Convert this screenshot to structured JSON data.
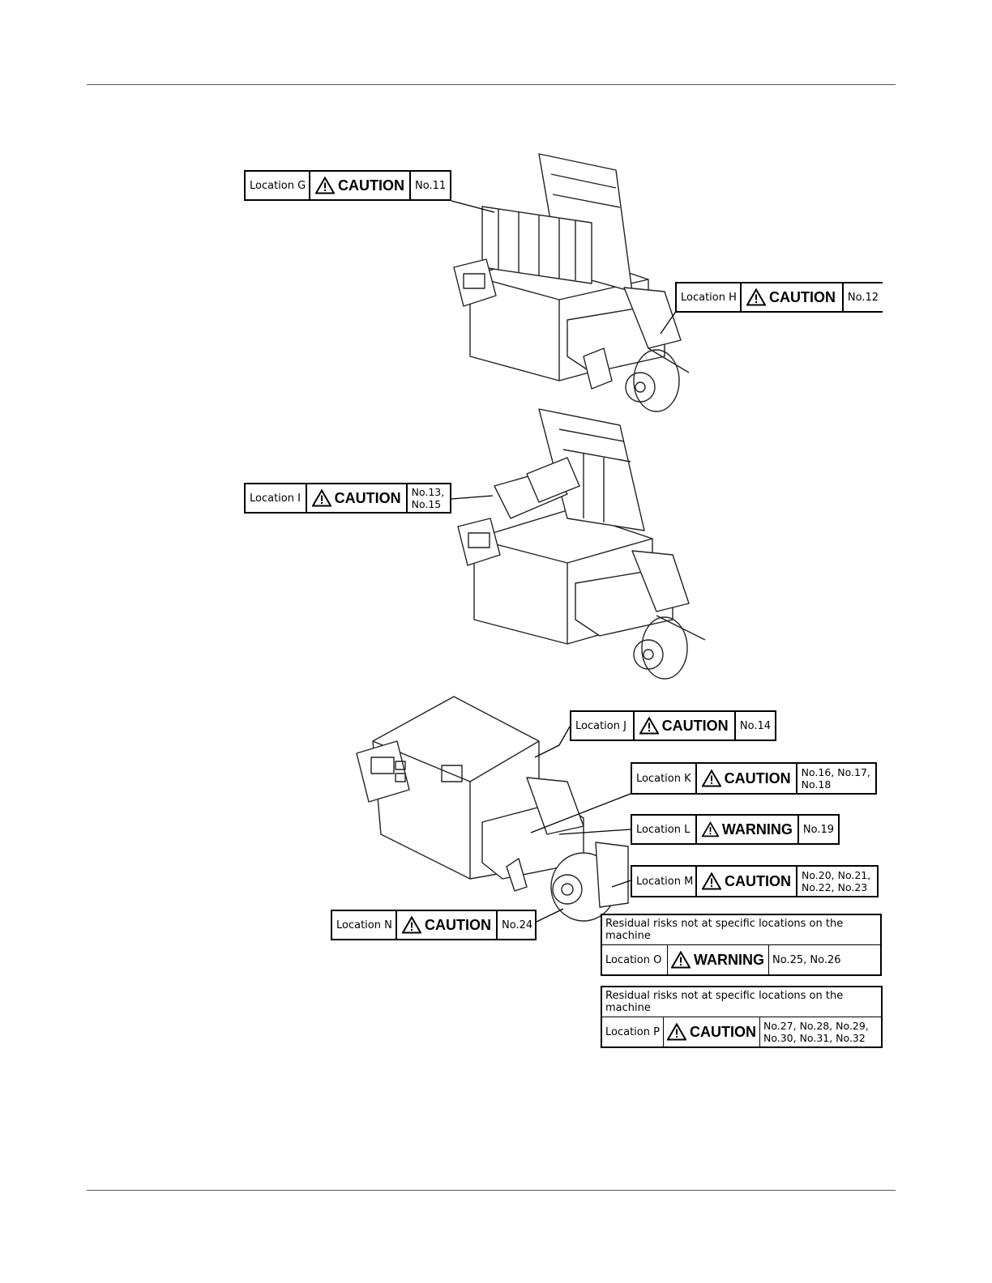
{
  "labels": {
    "G": {
      "location": "Location G",
      "signal": "CAUTION",
      "numbers": "No.11"
    },
    "H": {
      "location": "Location H",
      "signal": "CAUTION",
      "numbers": "No.12"
    },
    "I": {
      "location": "Location I",
      "signal": "CAUTION",
      "numbers": "No.13, No.15"
    },
    "J": {
      "location": "Location J",
      "signal": "CAUTION",
      "numbers": "No.14"
    },
    "K": {
      "location": "Location K",
      "signal": "CAUTION",
      "numbers": "No.16, No.17, No.18"
    },
    "L": {
      "location": "Location L",
      "signal": "WARNING",
      "numbers": "No.19"
    },
    "M": {
      "location": "Location M",
      "signal": "CAUTION",
      "numbers": "No.20, No.21, No.22, No.23"
    },
    "N": {
      "location": "Location N",
      "signal": "CAUTION",
      "numbers": "No.24"
    }
  },
  "residual": [
    {
      "heading": "Residual risks not at specific locations on the machine",
      "location": "Location O",
      "signal": "WARNING",
      "numbers": "No.25, No.26"
    },
    {
      "heading": "Residual risks not at specific locations on the machine",
      "location": "Location P",
      "signal": "CAUTION",
      "numbers": "No.27, No.28, No.29, No.30, No.31, No.32"
    }
  ],
  "icons": {
    "signal_icon": "warning-triangle-icon"
  }
}
